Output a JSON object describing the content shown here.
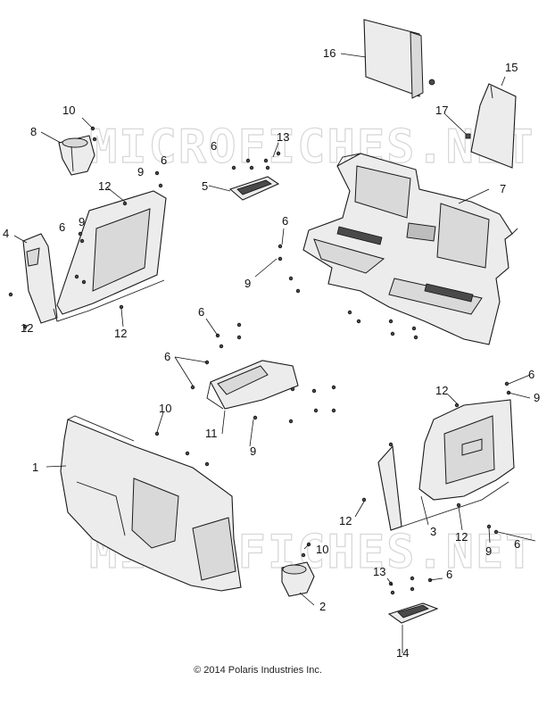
{
  "watermark": "MICROFICHES.NET",
  "copyright": "© 2014 Polaris Industries Inc.",
  "callouts": [
    "1",
    "2",
    "3",
    "4",
    "5",
    "6",
    "7",
    "8",
    "9",
    "10",
    "11",
    "12",
    "13",
    "14",
    "15",
    "16",
    "17"
  ]
}
